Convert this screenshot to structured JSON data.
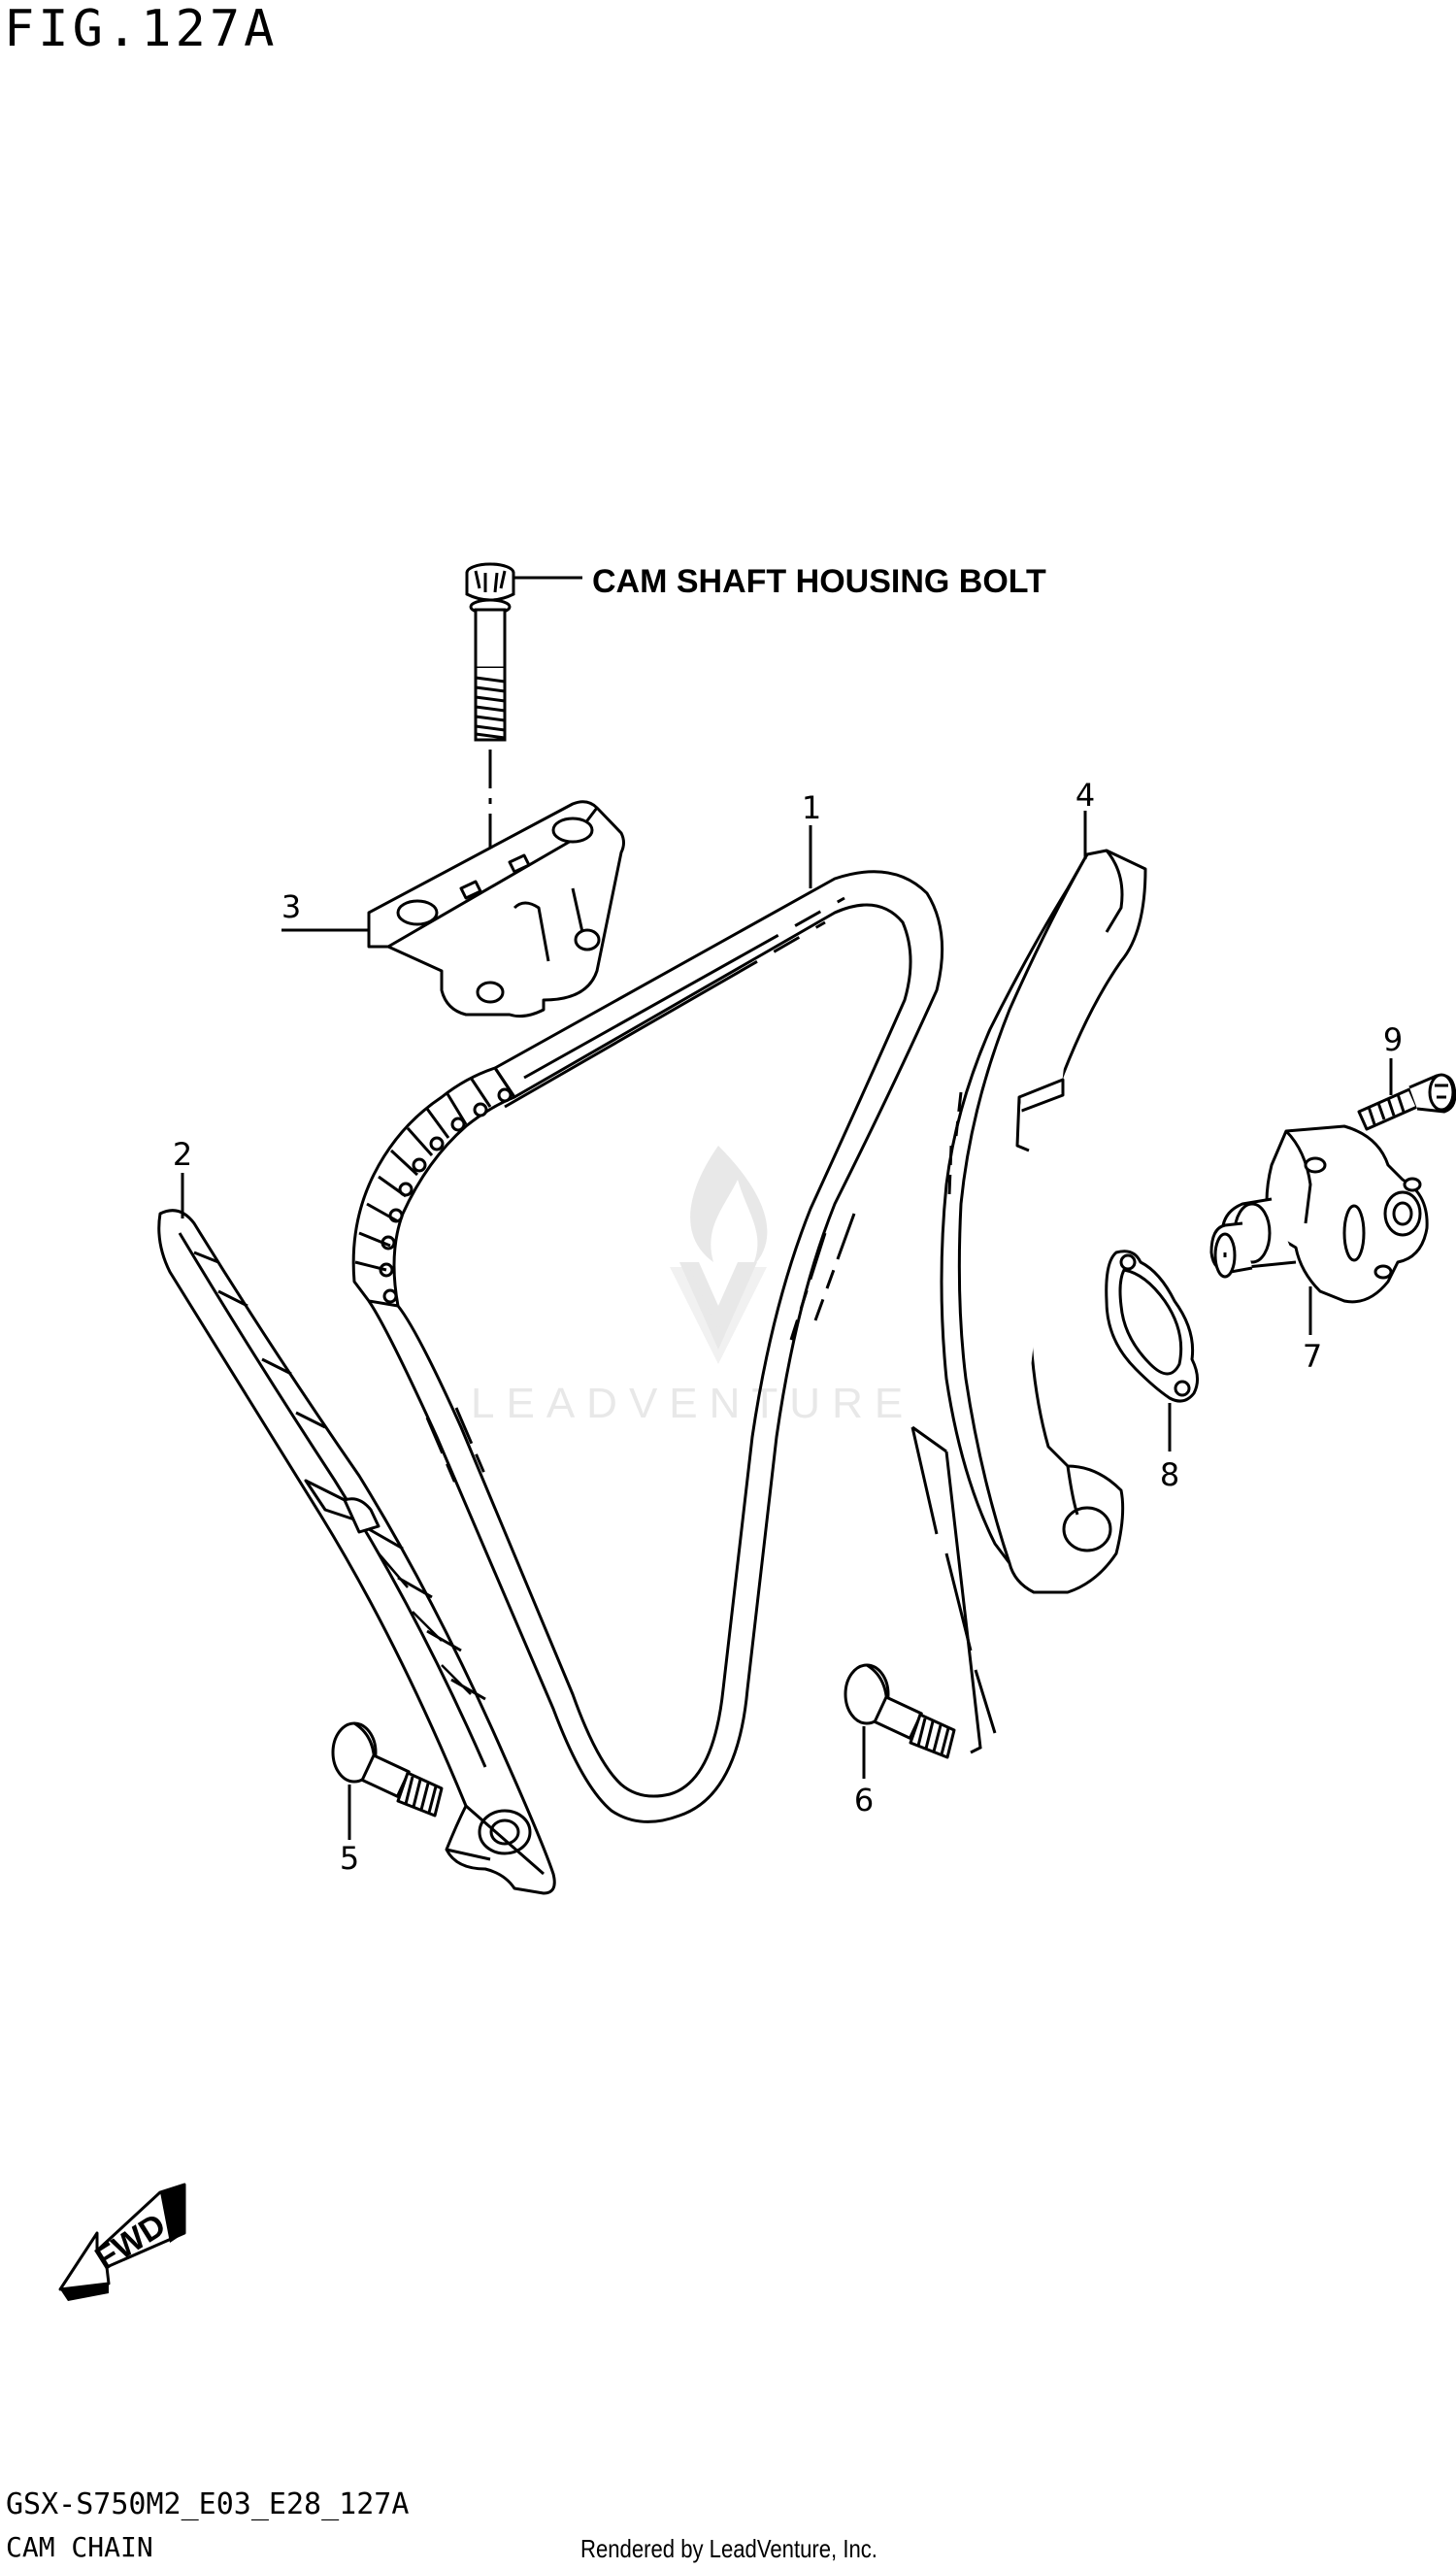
{
  "figure": {
    "title": "FIG.127A",
    "model_code": "GSX-S750M2_E03_E28_127A",
    "section_title": "CAM CHAIN",
    "rendered_by": "Rendered by LeadVenture, Inc."
  },
  "callouts": {
    "cam_shaft_housing_bolt": "CAM SHAFT HOUSING BOLT"
  },
  "parts": [
    {
      "ref": "1",
      "part": "cam chain"
    },
    {
      "ref": "2",
      "part": "chain guide"
    },
    {
      "ref": "3",
      "part": "chain guide (upper)"
    },
    {
      "ref": "4",
      "part": "chain tensioner"
    },
    {
      "ref": "5",
      "part": "bolt"
    },
    {
      "ref": "6",
      "part": "bolt"
    },
    {
      "ref": "7",
      "part": "tensioner adjuster"
    },
    {
      "ref": "8",
      "part": "gasket"
    },
    {
      "ref": "9",
      "part": "bolt"
    }
  ],
  "direction_badge": "FWD",
  "watermark": "LEADVENTURE",
  "colors": {
    "ink": "#000000",
    "paper": "#ffffff",
    "watermark": "#e6e6e6"
  }
}
